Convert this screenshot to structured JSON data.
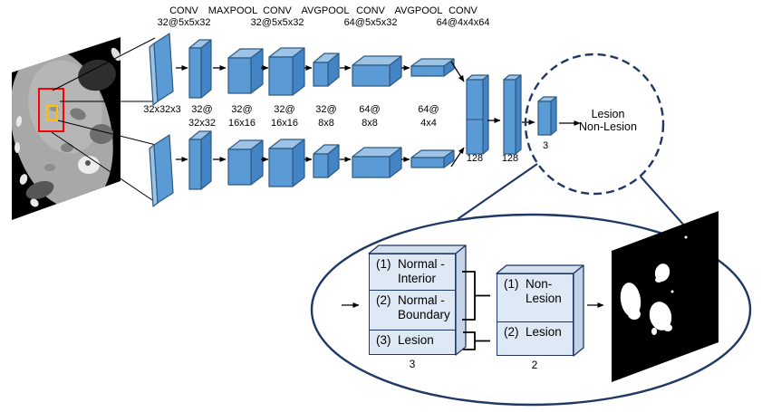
{
  "title": "CNN lesion classification architecture diagram",
  "colors": {
    "ink": "#000000",
    "navy": "#1F3864",
    "block_front": "#5B9BD5",
    "block_top": "#9DC3E6",
    "block_side": "#4384C6",
    "block_border": "#2E5A80",
    "callout_fill": "#DEE9F5",
    "callout_top": "#D4DFEE",
    "callout_side": "#C5D3E6",
    "roi_outer": "#FF0000",
    "roi_inner": "#FFC000",
    "mask_bg": "#000000",
    "mask_blob": "#FFFFFF"
  },
  "network": {
    "ops": [
      {
        "name": "CONV",
        "detail": "32@5x5x32"
      },
      {
        "name": "MAXPOOL",
        "detail": ""
      },
      {
        "name": "CONV",
        "detail": "32@5x5x32"
      },
      {
        "name": "AVGPOOL",
        "detail": ""
      },
      {
        "name": "CONV",
        "detail": "64@5x5x32"
      },
      {
        "name": "AVGPOOL",
        "detail": ""
      },
      {
        "name": "CONV",
        "detail": "64@4x4x64"
      }
    ],
    "feature_maps": [
      {
        "line1": "32x32x3",
        "line2": ""
      },
      {
        "line1": "32@",
        "line2": "32x32"
      },
      {
        "line1": "32@",
        "line2": "16x16"
      },
      {
        "line1": "32@",
        "line2": "16x16"
      },
      {
        "line1": "32@",
        "line2": "8x8"
      },
      {
        "line1": "64@",
        "line2": "8x8"
      },
      {
        "line1": "64@",
        "line2": "4x4"
      }
    ],
    "fc_layers": [
      {
        "label": "128"
      },
      {
        "label": "128"
      },
      {
        "label": "3"
      }
    ],
    "output": {
      "line1": "Lesion",
      "line2": "Non-Lesion"
    }
  },
  "callout": {
    "class3": {
      "rows": [
        {
          "num": "(1)",
          "text": "Normal - Interior"
        },
        {
          "num": "(2)",
          "text": "Normal - Boundary"
        },
        {
          "num": "(3)",
          "text": "Lesion"
        }
      ],
      "size_label": "3"
    },
    "class2": {
      "rows": [
        {
          "num": "(1)",
          "text": "Non-Lesion"
        },
        {
          "num": "(2)",
          "text": "Lesion"
        }
      ],
      "size_label": "2"
    }
  }
}
